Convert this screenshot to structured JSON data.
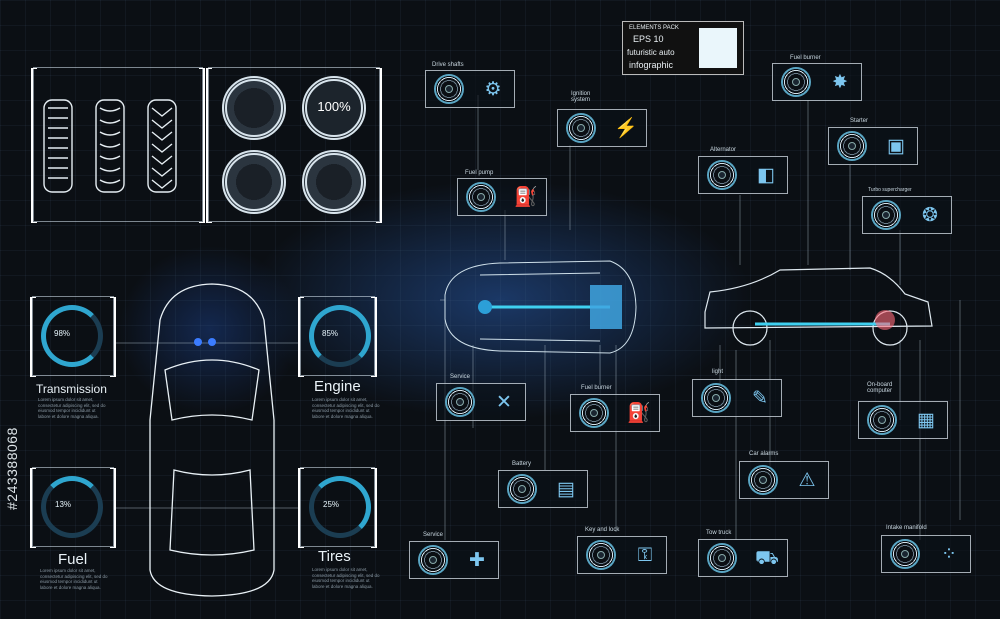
{
  "badge": {
    "line1": "ELEMENTS PACK",
    "line2": "EPS 10",
    "line3": "futuristic auto",
    "line4": "infographic"
  },
  "gauge_readout": "100%",
  "sections": {
    "transmission": {
      "title": "Transmission",
      "percent": "98%"
    },
    "engine": {
      "title": "Engine",
      "percent": "85%"
    },
    "fuel": {
      "title": "Fuel",
      "percent": "13%"
    },
    "tires": {
      "title": "Tires",
      "percent": "25%"
    }
  },
  "lorem": "Lorem ipsum dolor sit amet, consectetur adipiscing elit, sed do eiusmod tempor incididunt ut labore et dolore magna aliqua.",
  "modules": {
    "drive_shafts": "Drive shafts",
    "ignition_system": "Ignition system",
    "fuel_pump": "Fuel pump",
    "fuel_burner_top": "Fuel burner",
    "starter": "Starter",
    "alternator": "Alternator",
    "turbo_supercharger": "Turbo supercharger",
    "service_1": "Service",
    "fuel_burner_mid": "Fuel burner",
    "light": "light",
    "onboard_computer": "On-board computer",
    "battery": "Battery",
    "car_alarms": "Car alarms",
    "service_2": "Service",
    "key_and_lock": "Key and lock",
    "tow_truck": "Tow truck",
    "intake_manifold": "Intake manifold"
  },
  "watermark": "#243388068",
  "colors": {
    "accent": "#3fb8e8",
    "background": "#0b0f14",
    "line": "#dfeaf1"
  }
}
